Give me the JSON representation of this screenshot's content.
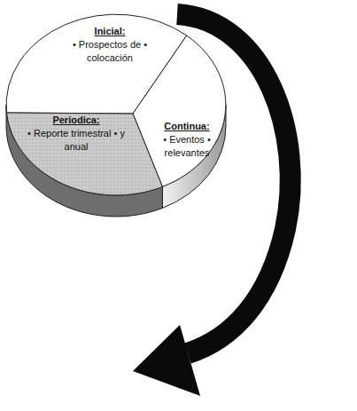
{
  "diagram": {
    "nodes": [
      {
        "text": [
          "Inicial:",
          "• Prospectos de • colocación"
        ]
      },
      {
        "text": [
          "Continua:",
          "• Eventos • relevantes"
        ]
      },
      {
        "text": [
          "Periodica:",
          "• Reporte trimestral • y anual"
        ]
      }
    ]
  }
}
